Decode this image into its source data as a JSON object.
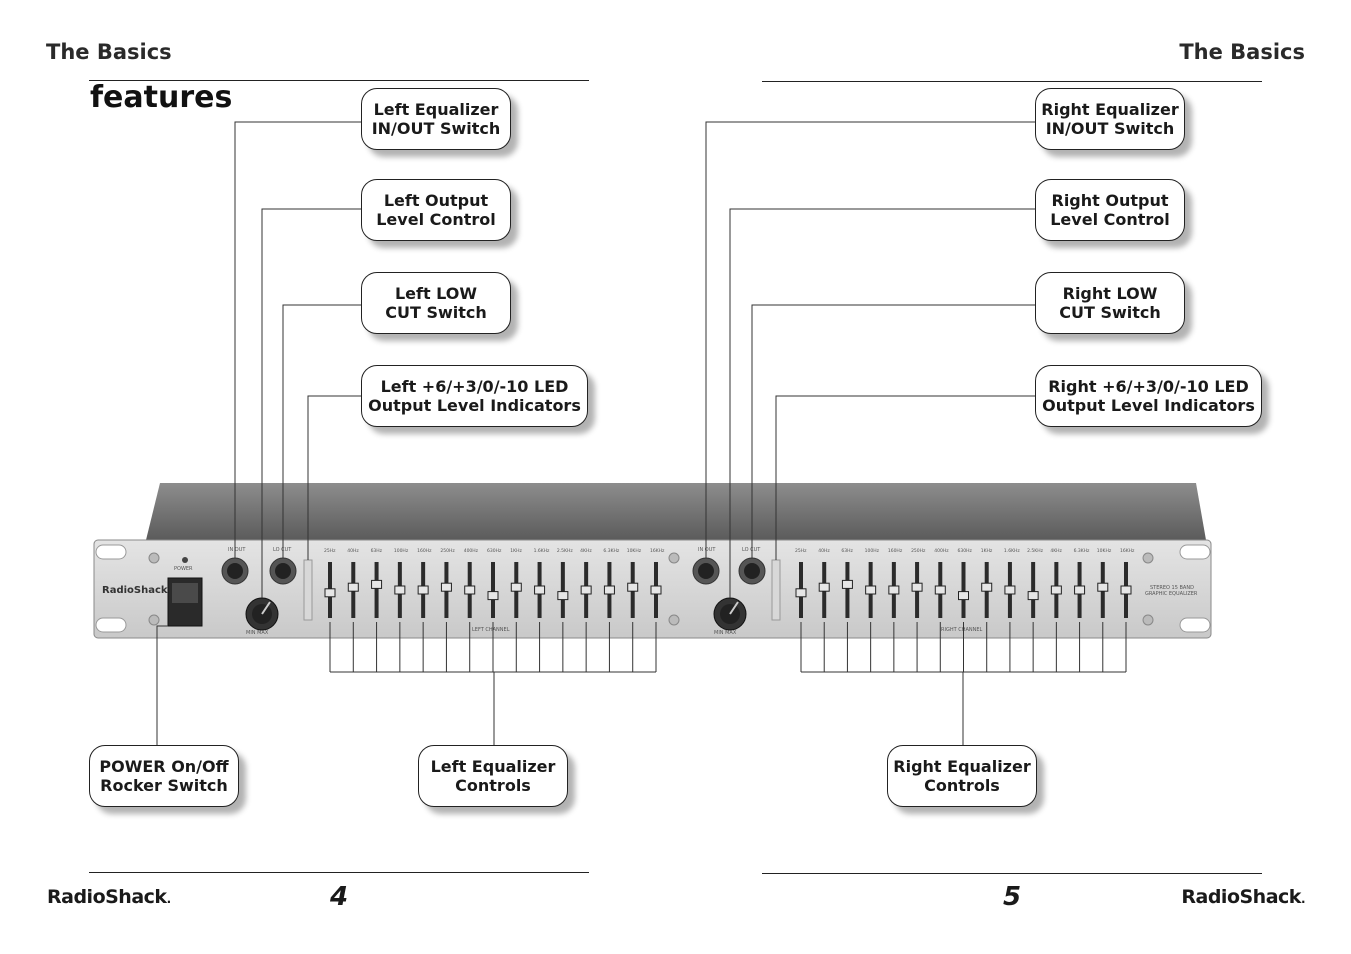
{
  "header": {
    "left_section": "The Basics",
    "right_section": "The Basics",
    "title": "features"
  },
  "callouts": {
    "left_eq_switch": "Left Equalizer\nIN/OUT Switch",
    "left_output_level": "Left Output\nLevel Control",
    "left_low_cut": "Left LOW\nCUT Switch",
    "left_led": "Left +6/+3/0/-10 LED\nOutput Level Indicators",
    "right_eq_switch": "Right Equalizer\nIN/OUT Switch",
    "right_output_level": "Right Output\nLevel Control",
    "right_low_cut": "Right LOW\nCUT Switch",
    "right_led": "Right +6/+3/0/-10 LED\nOutput Level Indicators",
    "power_switch": "POWER On/Off\nRocker Switch",
    "left_eq_controls": "Left Equalizer\nControls",
    "right_eq_controls": "Right Equalizer\nControls"
  },
  "device": {
    "brand": "RadioShack",
    "power_label": "POWER",
    "in_out_label": "IN OUT",
    "low_cut_label": "LO CUT",
    "min_max_label": "MIN MAX",
    "left_channel_label": "LEFT CHANNEL",
    "right_channel_label": "RIGHT CHANNEL",
    "model_line1": "STEREO 15 BAND",
    "model_line2": "GRAPHIC EQUALIZER",
    "bands": [
      "25Hz",
      "40Hz",
      "63Hz",
      "100Hz",
      "160Hz",
      "250Hz",
      "400Hz",
      "630Hz",
      "1KHz",
      "1.6KHz",
      "2.5KHz",
      "4KHz",
      "6.3KHz",
      "10KHz",
      "16KHz"
    ],
    "slider_levels": [
      0.45,
      0.55,
      0.6,
      0.5,
      0.5,
      0.55,
      0.5,
      0.4,
      0.55,
      0.5,
      0.4,
      0.5,
      0.5,
      0.55,
      0.5
    ]
  },
  "footer": {
    "brand_left": "RadioShack",
    "brand_right": "RadioShack",
    "brand_dot": ".",
    "page_left": "4",
    "page_right": "5"
  }
}
